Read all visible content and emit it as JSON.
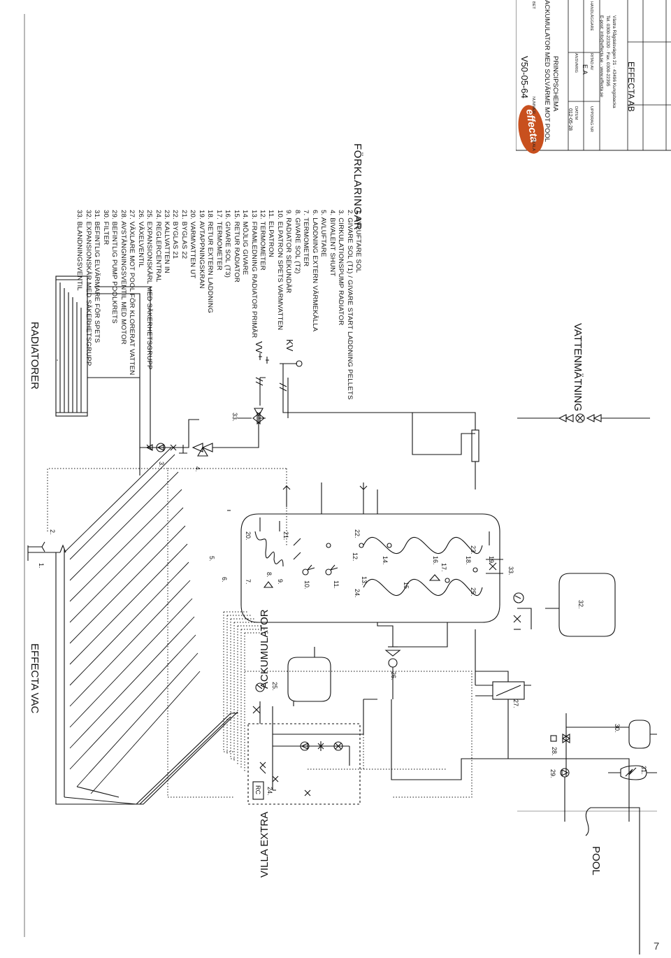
{
  "headings": {
    "solar": "EFFECTA VAC",
    "radiators": "RADIATORER",
    "accumulator": "ACKUMULATOR",
    "villa": "VILLA EXTRA",
    "pool": "POOL",
    "water_meter": "VATTENMÄTNING",
    "hot_water": "VV",
    "cold_water": "KV",
    "rc": "RC"
  },
  "legend": {
    "title": "FÖRKLARINGAR",
    "items": [
      "1. AVLUFTARE SOL",
      "2. GIVARE SOL (T1) / GIVARE START LADDNING PELLETS",
      "3. CIRKULATIONSPUMP RADIATOR",
      "4. BIVALENT SHUNT",
      "5. AVLUFTARE",
      "6. LADDNING EXTERN VÄRMEKÄLLA",
      "7. TERMOMETER",
      "8. GIVARE SOL (T2)",
      "9. RADIATOR SEKUNDÄR",
      "10. ELPATRON SPETS VARMVATTEN",
      "11. ELPATRON",
      "12. TERMOMETER",
      "13. FRAMLEDNING RADIATOR PRIMÄR",
      "14. MÖJLIG GIVARE",
      "15. RETUR RADIATOR",
      "16. GIVARE SOL (T3)",
      "17. TERMOMETER",
      "18. RETUR EXTERN LADDNING",
      "19. AVTAPPNINGSKRAN",
      "20. VARMVATTEN UT",
      "21. BYGLAS 22",
      "22. BYGLAS 21",
      "23. KALLVATTEN IN",
      "24. REGLERCENTRAL",
      "25. EXPANSIONSKÄRL MED SÄKERHETSGRUPP",
      "26. VÄXELVENTIL",
      "27. VÄXLARE MOT POOL FÖR KLORERAT VATTEN",
      "28. AVSTÄNGNINGSVENTIL MED MOTOR",
      "29. BEFINTLIG PUMP POOLKRETS",
      "30. FILTER",
      "31. BEFINTLIG ELVÄRMARE FÖR SPETS",
      "32. EXPANSIONSKÄR MED SÄKERHETSGRUPP",
      "33. BLANDNINGSVENTIL"
    ]
  },
  "diagram_labels": {
    "n1": "1.",
    "n2": "2.",
    "n3": "3.",
    "n4": "4.",
    "n5": "5.",
    "n6": "6.",
    "n7": "7.",
    "n8": "8.",
    "n9": "9.",
    "n10": "10.",
    "n11": "11.",
    "n12": "12.",
    "n13": "13.",
    "n14": "14.",
    "n15": "15.",
    "n16": "16.",
    "n17": "17.",
    "n18": "18.",
    "n19": "19.",
    "n20": "20.",
    "n21": "21.",
    "n22": "22.",
    "n23": "23.",
    "n24": "24.",
    "n25": "25.",
    "n25b": "25.",
    "n26": "26.",
    "n27": "27.",
    "n28": "28.",
    "n29": "29.",
    "n30": "30.",
    "n31": "31.",
    "n32": "32.",
    "n33": "33.",
    "n33b": "33."
  },
  "titleblock": {
    "company": "EFFECTA AB",
    "address": "Västra Rågdalsvägen 21 · 43496 Kungsbacka",
    "phone": "Tel. 0300-22320 · Fax. 0300-22395",
    "email": "E-post: info@effecta.se · www.effecta.se",
    "logo_text": "effecta",
    "label_uppdrag": "UPPDRAG NR",
    "label_ritad": "RITAD AV",
    "label_handlaggare": "HANDLÄGGARE",
    "label_datum": "DATUM",
    "label_ansvarig": "ANSVARIG",
    "label_skala": "SKALA",
    "label_nummer": "NUMMER",
    "label_blad": "BET",
    "ritad_value": "E.A",
    "datum_value": "012-05-28",
    "title_line1": "PRINCIPSCHEMA",
    "title_line2": "ACKUMULATOR MED SOLVÄRME MOT POOL",
    "number_value": "V50-05-64",
    "brand_color": "#c8501e"
  },
  "page_number": "7"
}
